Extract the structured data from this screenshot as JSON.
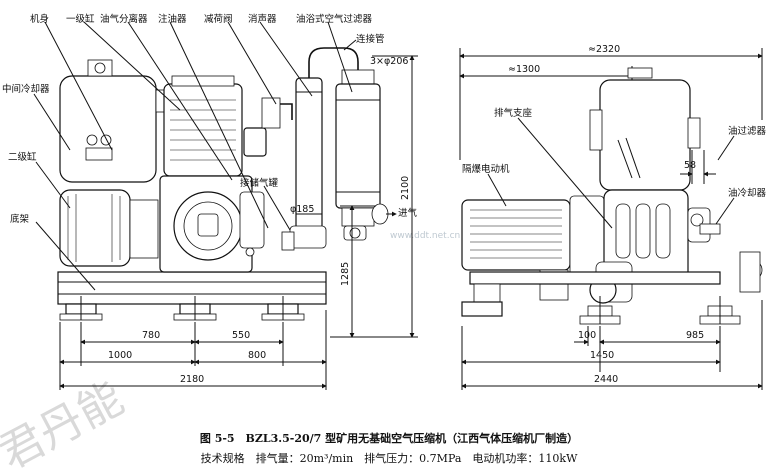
{
  "labels_left": {
    "jishen": "机身",
    "yiji_gang": "一级缸",
    "youqi_fenliqi": "油气分离器",
    "zhuyouqi": "注油器",
    "jianhefa": "减荷阀",
    "xiaoshengqi": "消声器",
    "youyu_guolvqi": "油浴式空气过滤器",
    "lianjieguan": "连接管",
    "pipe_spec": "3×φ206",
    "zhongjian_lengqueqi": "中间冷却器",
    "erji_gang": "二级缸",
    "dijia": "底架",
    "jiechu_qiguan": "接储气罐",
    "jinqi": "进气",
    "phi185": "φ185"
  },
  "dims_left": {
    "d780": "780",
    "d550": "550",
    "d1000": "1000",
    "d800": "800",
    "d2180": "2180",
    "d2100": "2100",
    "d1285": "1285"
  },
  "labels_right": {
    "paiqi_zhizuo": "排气支座",
    "gebao_diandongji": "隔爆电动机",
    "you_guolvqi": "油过滤器",
    "you_lengqueqi": "油冷却器"
  },
  "dims_right": {
    "d2320": "≈2320",
    "d1300": "≈1300",
    "d58": "58",
    "d100": "100",
    "d985": "985",
    "d1450": "1450",
    "d2440": "2440"
  },
  "caption": {
    "title": "图 5-5　BZL3.5-20/7 型矿用无基础空气压缩机（江西气体压缩机厂制造）",
    "specs": "技术规格　排气量：20m³/min　排气压力：0.7MPa　电动机功率：110kW"
  },
  "watermark": {
    "text": "君丹能",
    "site": "www.ddt.net.cn"
  }
}
